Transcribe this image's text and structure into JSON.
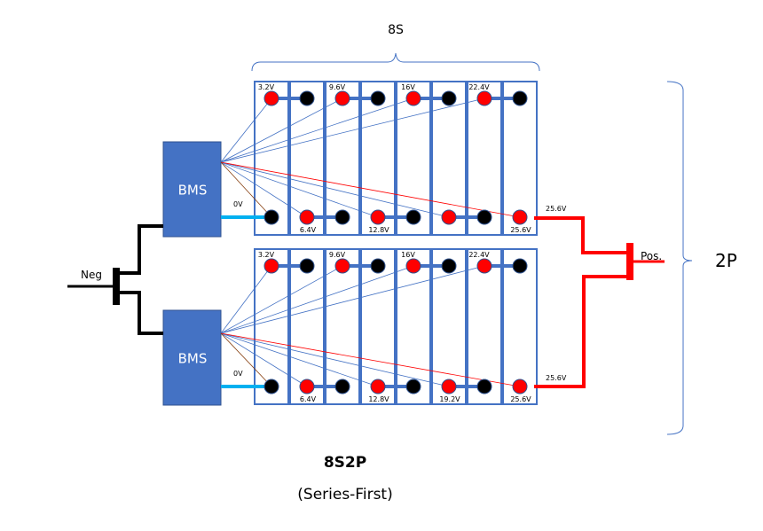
{
  "title": "8S2P",
  "subtitle": "(Series-First)",
  "series_label": "8S",
  "parallel_label": "2P",
  "neg_label": "Neg",
  "pos_label": "Pos.",
  "colors": {
    "cell_border": "#4472c4",
    "bms_fill": "#4472c4",
    "positive_terminal": "#ff0000",
    "negative_terminal": "#000000",
    "bus_bar": "#4472c4",
    "sense_wire": "#4472c4",
    "top_sense_wire": "#ff0000",
    "ground_sense_wire": "#843c0c",
    "bms_output": "#00b0f0",
    "pos_cable": "#ff0000",
    "neg_cable": "#000000"
  },
  "strings": [
    {
      "bms_label": "BMS",
      "zero_label": "0V",
      "output_label": "25.6V",
      "top_labels": [
        "3.2V",
        "9.6V",
        "16V",
        "22.4V"
      ],
      "bottom_labels": [
        "6.4V",
        "12.8V",
        "",
        "25.6V"
      ]
    },
    {
      "bms_label": "BMS",
      "zero_label": "0V",
      "output_label": "25.6V",
      "top_labels": [
        "3.2V",
        "9.6V",
        "16V",
        "22.4V"
      ],
      "bottom_labels": [
        "6.4V",
        "12.8V",
        "19.2V",
        "25.6V"
      ]
    }
  ]
}
